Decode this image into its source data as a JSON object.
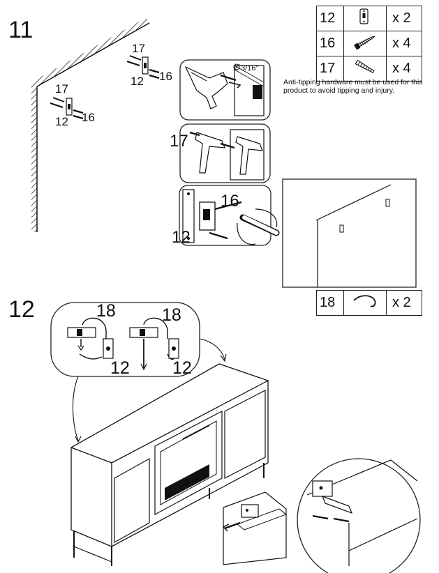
{
  "step11": {
    "number": "11",
    "wall_labels": {
      "screw": "17",
      "anchor": "16",
      "bracket": "12"
    },
    "drill_bit": "3/16\"",
    "panel2_label": "17",
    "panel3_labels": {
      "screw": "16",
      "bracket": "12"
    }
  },
  "hardware_table": [
    {
      "part": "12",
      "icon": "bracket-icon",
      "qty": "x 2"
    },
    {
      "part": "16",
      "icon": "screw-icon",
      "qty": "x 4"
    },
    {
      "part": "17",
      "icon": "anchor-icon",
      "qty": "x 4"
    }
  ],
  "warning_note": "Anti-tipping hardware must be used for this product to avoid tipping and injury.",
  "strap_table": {
    "part": "18",
    "icon": "strap-icon",
    "qty": "x 2"
  },
  "step12": {
    "number": "12",
    "strap_label": "18",
    "bracket_label": "12"
  },
  "colors": {
    "line": "#111111",
    "panel_border": "#222222",
    "background": "#ffffff"
  }
}
